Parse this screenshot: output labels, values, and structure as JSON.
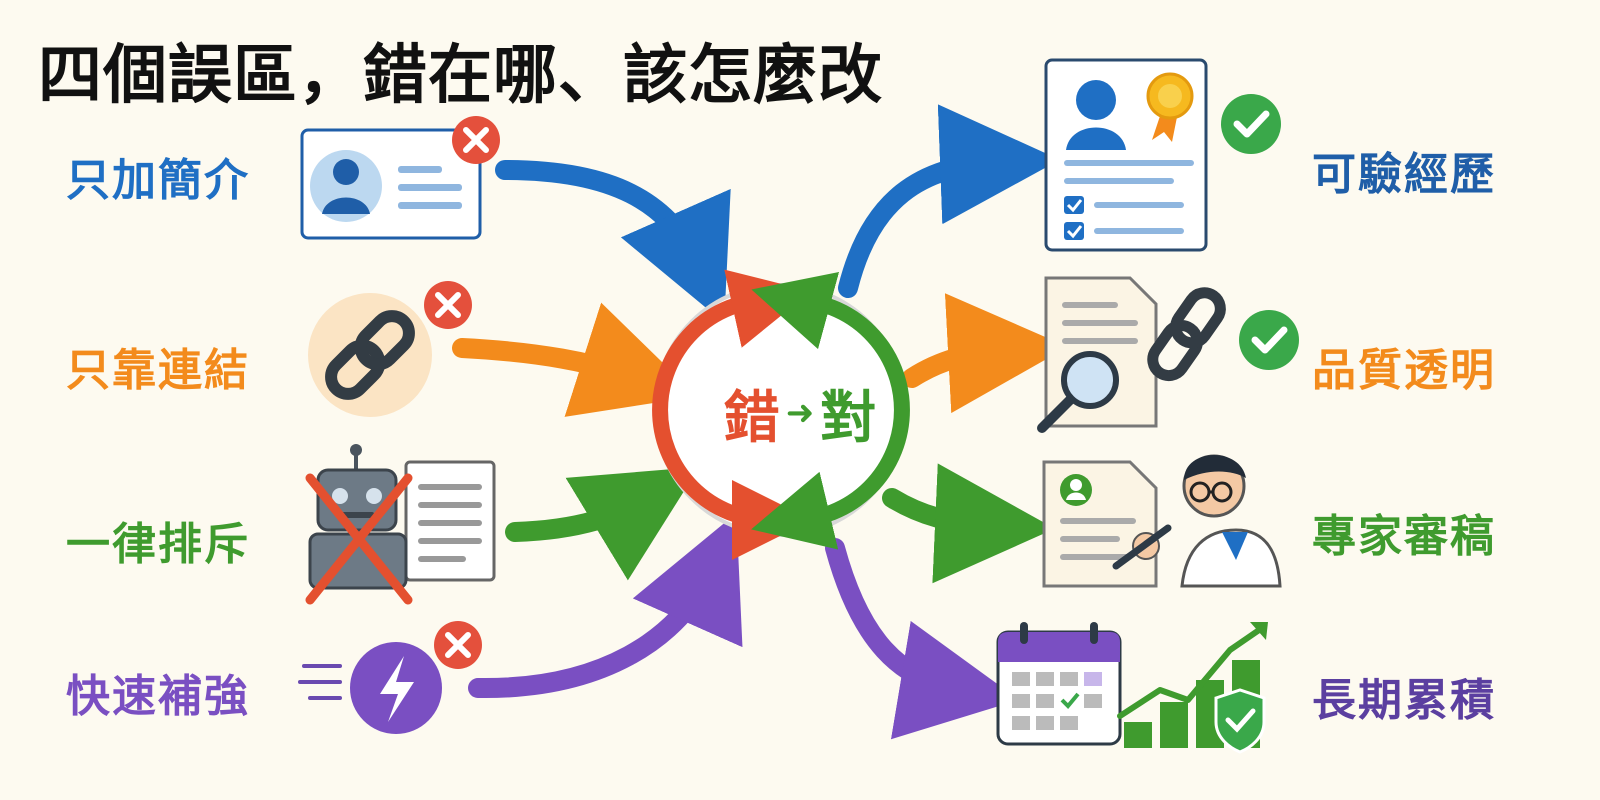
{
  "title": "四個誤區，錯在哪、該怎麼改",
  "center": {
    "wrong": "錯",
    "arrow": "➜",
    "right": "對"
  },
  "colors": {
    "blue": "#1f6fc4",
    "orange": "#f38b1c",
    "green": "#3f9b2e",
    "purple": "#7a4fc2",
    "red": "#e4502f",
    "check_green": "#3aa84a",
    "x_red": "#e4503c"
  },
  "mistakes": [
    {
      "label": "只加簡介",
      "icon": "profile-card-icon",
      "color": "blue"
    },
    {
      "label": "只靠連結",
      "icon": "chain-link-icon",
      "color": "orange"
    },
    {
      "label": "一律排斥",
      "icon": "crossed-robot-icon",
      "color": "green"
    },
    {
      "label": "快速補強",
      "icon": "lightning-icon",
      "color": "purple"
    }
  ],
  "fixes": [
    {
      "label": "可驗經歷",
      "icon": "verified-resume-icon",
      "color": "blue"
    },
    {
      "label": "品質透明",
      "icon": "document-magnifier-icon",
      "color": "orange"
    },
    {
      "label": "專家審稿",
      "icon": "expert-review-icon",
      "color": "green"
    },
    {
      "label": "長期累積",
      "icon": "calendar-growth-icon",
      "color": "purple"
    }
  ]
}
